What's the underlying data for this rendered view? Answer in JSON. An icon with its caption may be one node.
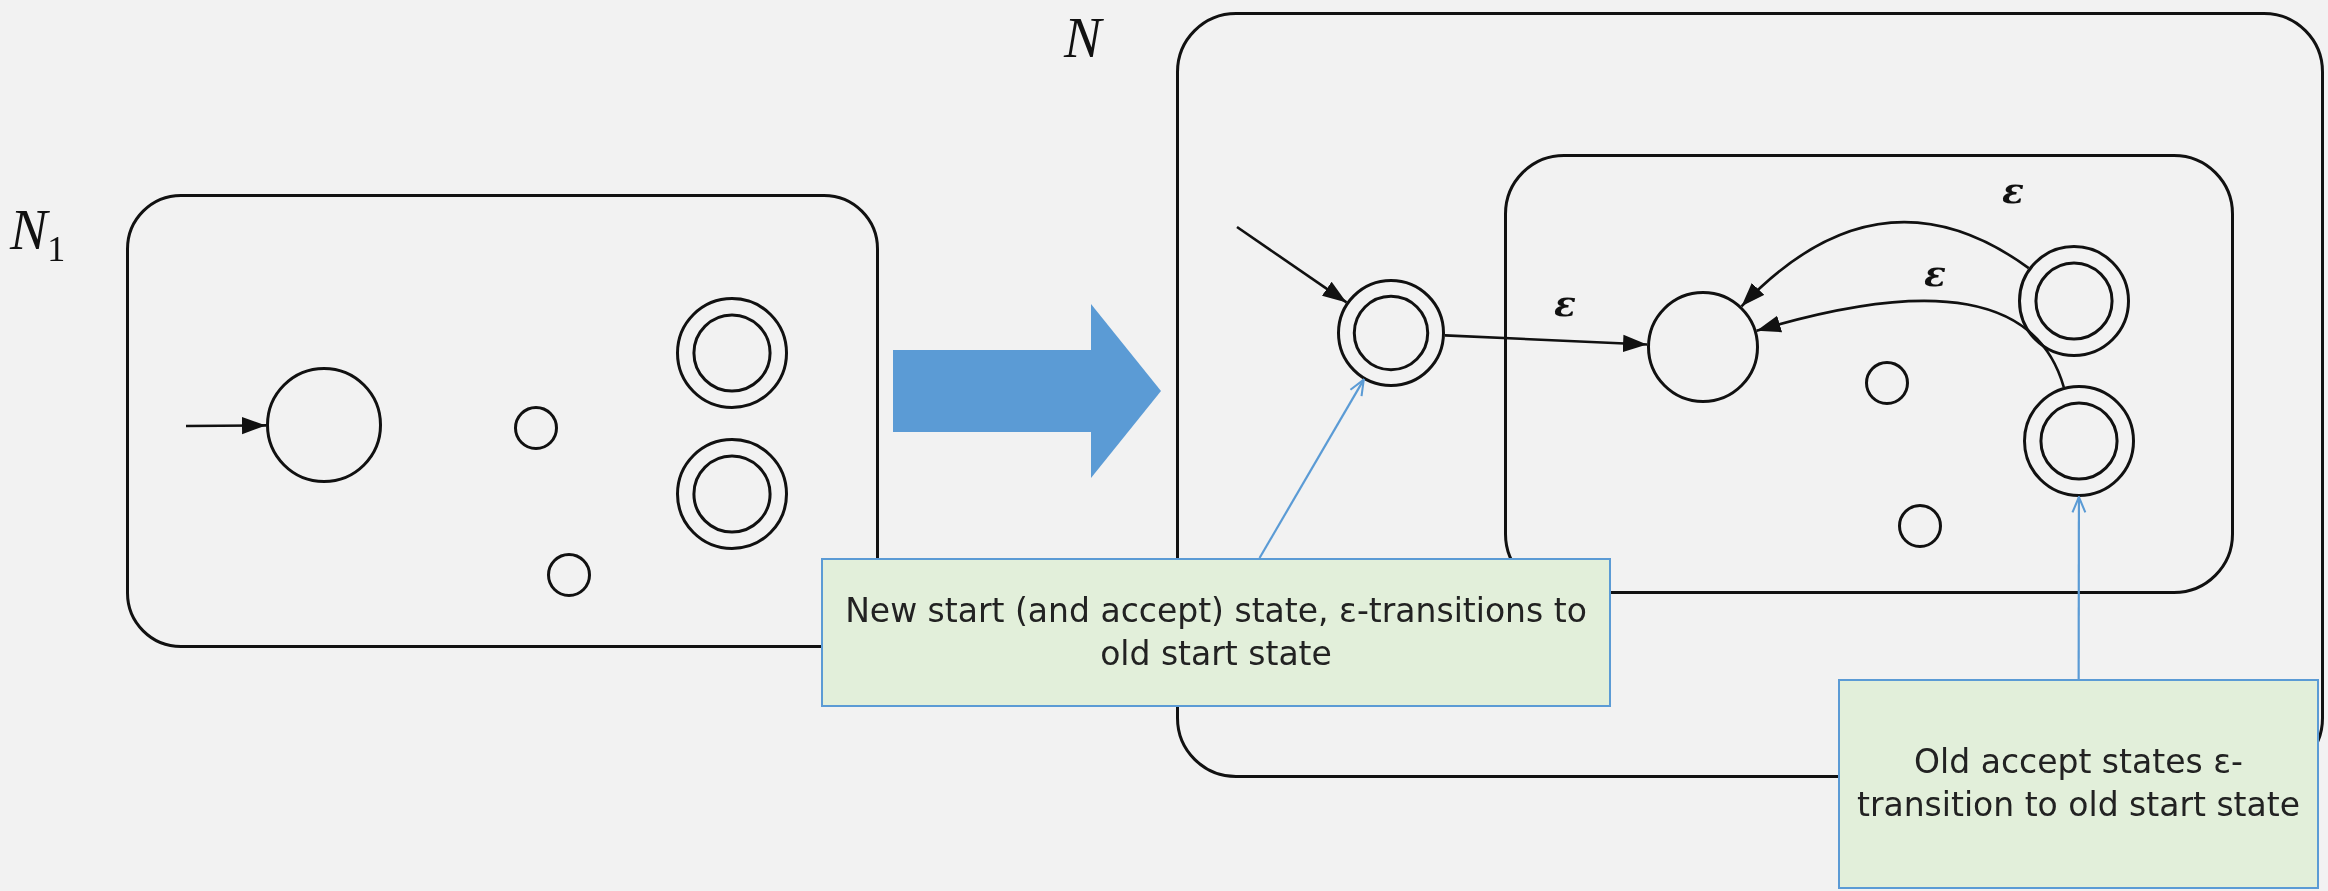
{
  "diagram": {
    "nodes": [
      {
        "text": [
          "*N*$_{1}$"
        ]
      },
      {
        "text": [],
        "shape": "circle",
        "in": 0
      },
      {
        "text": [],
        "shape": "circle",
        "in": 0
      },
      {
        "text": [],
        "shape": "doublecircle",
        "in": 0
      },
      {
        "text": [],
        "shape": "doublecircle",
        "in": 0
      },
      {
        "text": [],
        "shape": "circle",
        "in": 0
      },
      {
        "text": [
          "N"
        ]
      },
      {
        "text": [],
        "shape": "box",
        "in": 6
      },
      {
        "text": [],
        "shape": "doublecircle",
        "in": 6
      },
      {
        "text": [],
        "shape": "circle",
        "in": 7
      },
      {
        "text": [],
        "shape": "doublecircle",
        "in": 7
      },
      {
        "text": [],
        "shape": "circle",
        "in": 7
      },
      {
        "text": [],
        "shape": "doublecircle",
        "in": 7
      },
      {
        "text": [],
        "shape": "circle",
        "in": 7
      },
      {
        "text": [
          "New start (and accept) state, ε-transitions to old start state"
        ]
      },
      {
        "text": [
          "Old accept states ε-transition to old start state"
        ]
      }
    ],
    "edges": [
      {
        "from": null,
        "to": 1,
        "arrow": "to"
      },
      {
        "from": 0,
        "to": 6,
        "arrow": "to",
        "style": "thick",
        "color": "#5b9bd5"
      },
      {
        "from": null,
        "to": 8,
        "arrow": "to"
      },
      {
        "from": 8,
        "to": 9,
        "arrow": "to",
        "label": "ε"
      },
      {
        "from": 10,
        "to": 9,
        "arrow": "to",
        "label": "ε"
      },
      {
        "from": 12,
        "to": 9,
        "arrow": "to",
        "label": "ε"
      },
      {
        "from": 14,
        "to": 8,
        "arrow": "to",
        "color": "#5b9bd5"
      },
      {
        "from": 15,
        "to": 12,
        "arrow": "to",
        "color": "#5b9bd5"
      }
    ]
  }
}
